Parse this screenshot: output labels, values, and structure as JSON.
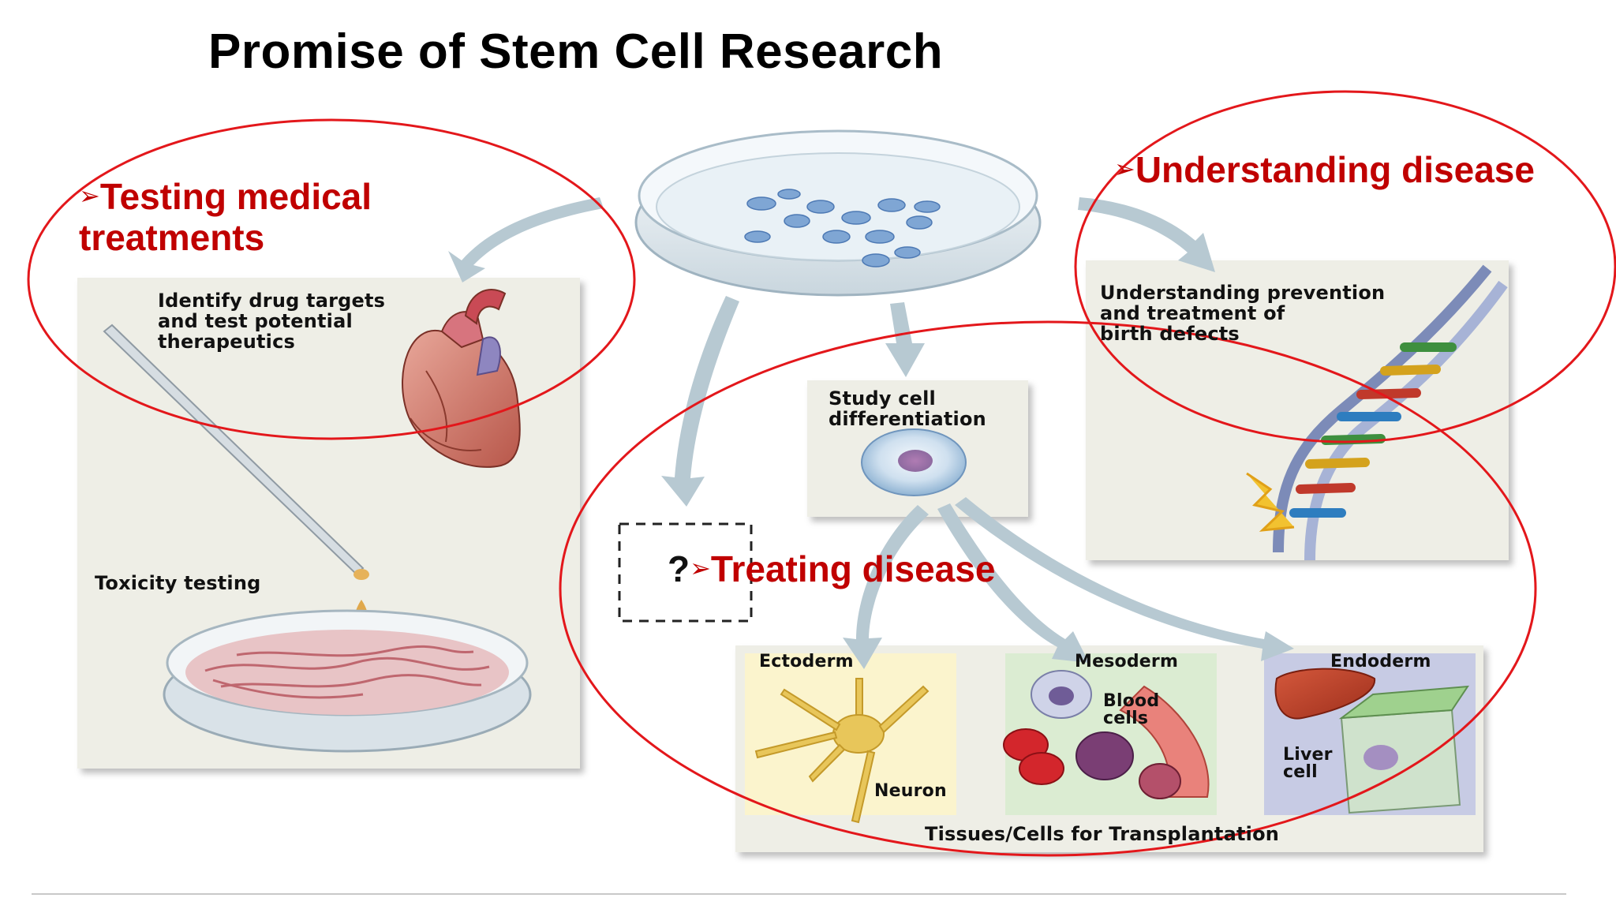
{
  "slide": {
    "title": "Promise of Stem Cell Research"
  },
  "callouts": {
    "testing": {
      "arrow": "➢",
      "line1": "Testing medical",
      "line2": "treatments"
    },
    "understanding": {
      "arrow": "➢",
      "text": "Understanding disease"
    },
    "treating": {
      "question": "?",
      "arrow": "➢",
      "text": "Treating disease"
    }
  },
  "diagram": {
    "drug_panel": {
      "line1": "Identify drug targets",
      "line2": "and test potential",
      "line3": "therapeutics",
      "toxicity": "Toxicity testing"
    },
    "birth_panel": {
      "line1": "Understanding prevention",
      "line2": "and treatment of",
      "line3": "birth defects"
    },
    "differentiation_panel": {
      "line1": "Study cell",
      "line2": "differentiation"
    },
    "transplant_panel": {
      "ectoderm": "Ectoderm",
      "mesoderm": "Mesoderm",
      "endoderm": "Endoderm",
      "neuron": "Neuron",
      "blood1": "Blood",
      "blood2": "cells",
      "liver1": "Liver",
      "liver2": "cell",
      "caption": "Tissues/Cells for Transplantation"
    }
  },
  "colors": {
    "highlight_red": "#c00000",
    "circle_red": "#e3171b",
    "arrow_blue": "#b7c9d2",
    "panel_bg": "#eeeee6"
  }
}
